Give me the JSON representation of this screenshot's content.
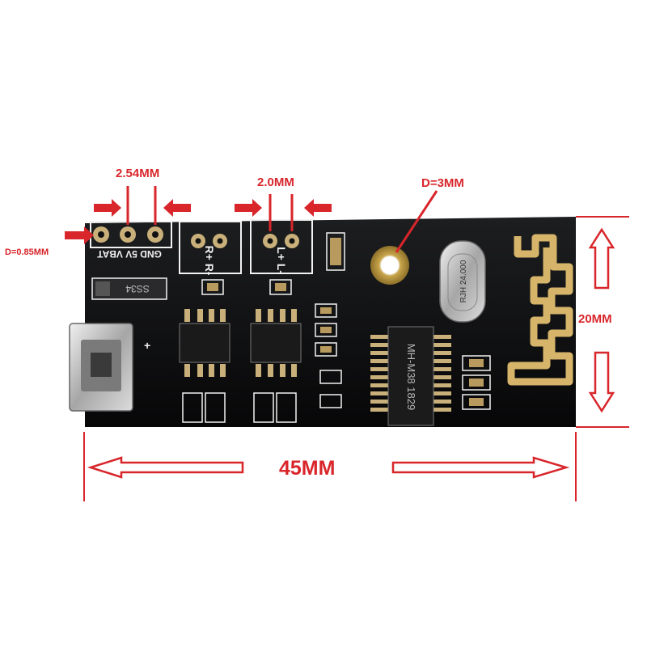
{
  "dimensions": {
    "pin_pitch_header": "2.54MM",
    "pin_pitch_speaker": "2.0MM",
    "mount_hole": "D=3MM",
    "pin_diameter": "D=0.85MM",
    "height": "20MM",
    "length": "45MM"
  },
  "silkscreen": {
    "pins_power": "GND 5V VBAT",
    "right_channel": "R+ R-",
    "left_channel": "L+ L-",
    "diode": "SS34",
    "crystal": "RJH 24.000",
    "main_chip": "MH-M38 1829",
    "usb_polarity": "+"
  },
  "colors": {
    "annotation": "#d8262b",
    "board": "#0e0e0f",
    "silkscreen": "#f2f2f2",
    "pad": "#c9b07a"
  }
}
